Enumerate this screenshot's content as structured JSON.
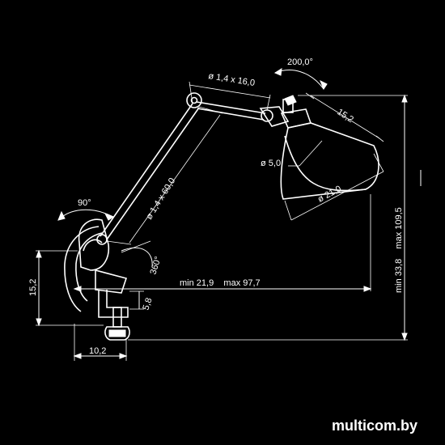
{
  "diagram": {
    "labels": {
      "arm_rod_top": "ø 1,4 x 16,0",
      "rotation_head": "200,0°",
      "shade_depth": "15,2",
      "shade_top_diameter": "ø 5,0",
      "shade_diameter": "ø 21,0",
      "arm_rod_main": "ø 1,4 x 60,0",
      "angle_base": "90°",
      "rotation_base": "360°",
      "reach": "min 21,9    max 97,7",
      "clamp_height": "15,2",
      "clamp_opening": "5,8",
      "clamp_width": "10,2",
      "total_height": "min 33,8    max 109,5"
    },
    "watermark": "multicom.by",
    "colors": {
      "background": "#000000",
      "line": "#ffffff"
    }
  }
}
